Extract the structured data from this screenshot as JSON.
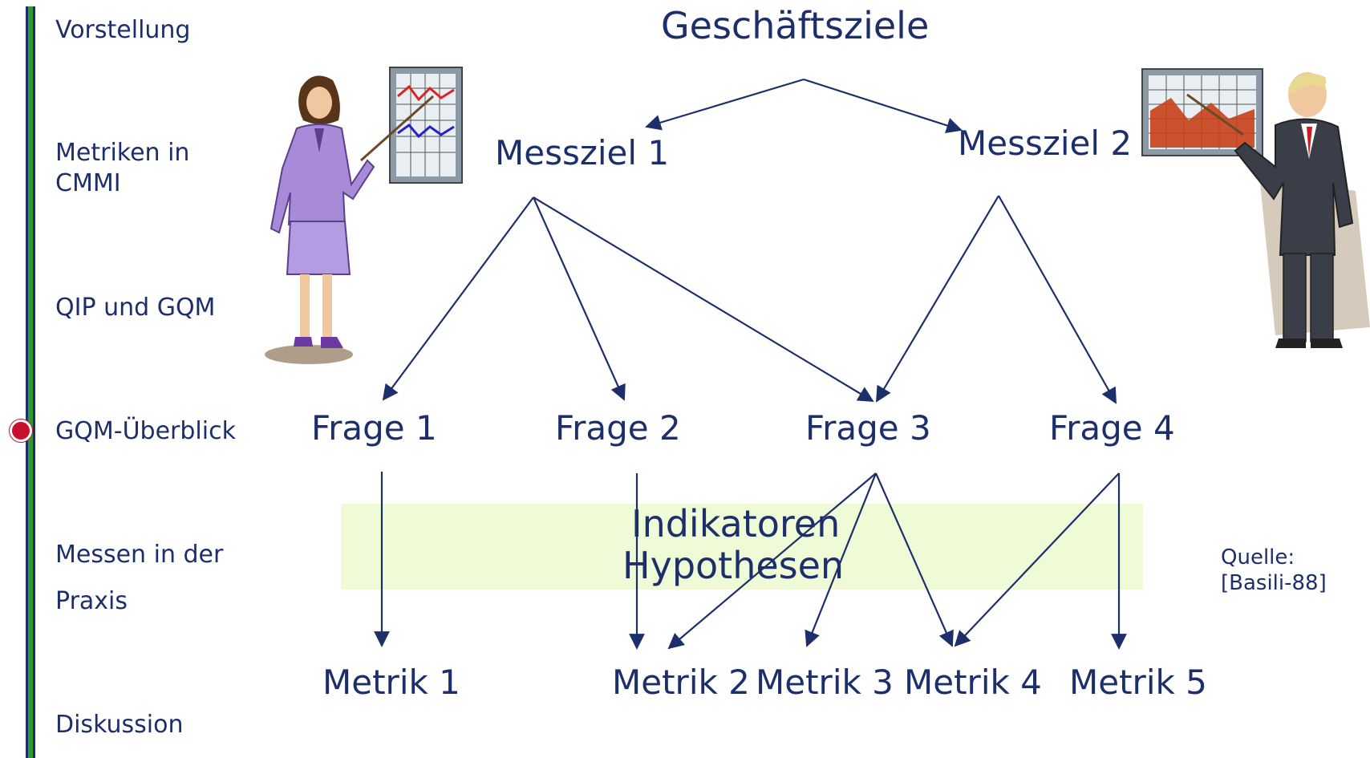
{
  "nav": {
    "items": [
      "Vorstellung",
      "Metriken in\nCMMI",
      "QIP und GQM",
      "GQM-Überblick",
      "Messen in der",
      "Praxis",
      "Diskussion"
    ],
    "active_index": 3,
    "bar_color": "#2e9a2e",
    "marker_color": "#c8102e"
  },
  "diagram": {
    "goal": "Geschäftsziele",
    "objectives": [
      "Messziel 1",
      "Messziel 2"
    ],
    "questions": [
      "Frage 1",
      "Frage 2",
      "Frage 3",
      "Frage 4"
    ],
    "band_lines": [
      "Indikatoren",
      "Hypothesen"
    ],
    "metrics": [
      "Metrik 1",
      "Metrik 2",
      "Metrik 3",
      "Metrik 4",
      "Metrik 5"
    ],
    "text_color": "#1d2f6b",
    "band_color": "#eefbd6"
  },
  "source": {
    "line1": "Quelle:",
    "line2": "[Basili-88]"
  },
  "clipart": [
    "presenter-woman-icon",
    "presenter-man-icon"
  ]
}
